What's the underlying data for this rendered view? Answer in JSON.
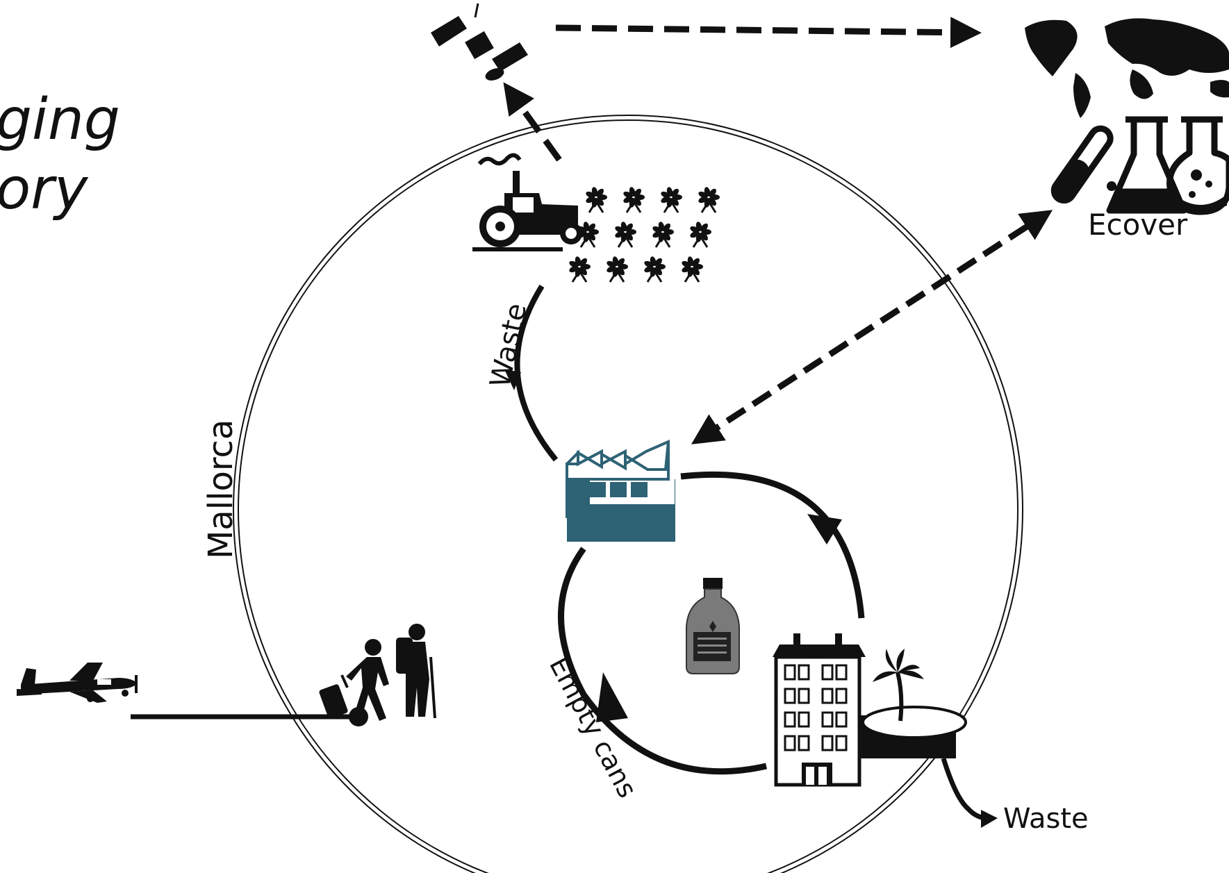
{
  "title_fragments": [
    "ging",
    "ory"
  ],
  "labels": {
    "region": "Mallorca",
    "company": "Ecover",
    "waste_top": "Waste",
    "empty_cans": "Empty cans",
    "waste_bottom": "Waste"
  },
  "icons": {
    "satellite": "satellite-icon",
    "world": "world-map-icon",
    "lab": "lab-glassware-icon",
    "tractor": "tractor-icon",
    "crops": "crop-field-icon",
    "factory": "factory-icon",
    "bottle": "detergent-bottle-icon",
    "hotel": "hotel-building-icon",
    "pool": "pool-palm-icon",
    "tourists": "tourists-icon",
    "airplane": "airplane-icon"
  },
  "colors": {
    "factory": "#2e6275",
    "ink": "#111111",
    "bottle": "#7a7a7a"
  }
}
